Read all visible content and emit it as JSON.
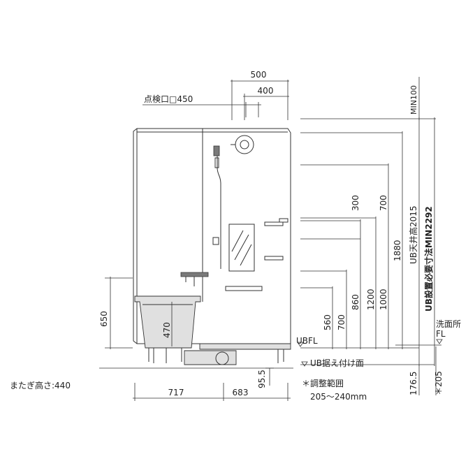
{
  "top_dims": {
    "width_500": "500",
    "width_400": "400",
    "inspection_hole": "点検口□450"
  },
  "heights": {
    "h_300": "300",
    "h_700_upper": "700",
    "h_560": "560",
    "h_700": "700",
    "h_860": "860",
    "h_1200": "1200",
    "h_1000": "1000",
    "h_1880": "1880",
    "ub_ceiling": "UB天井高2015",
    "ub_install_min": "UB設置必要寸法MIN2292",
    "min100": "MIN100"
  },
  "left_dims": {
    "h_650": "650",
    "h_470": "470",
    "straddle_height": "またぎ高さ:440"
  },
  "levels": {
    "ubfl": "UBFL",
    "ub_install_surface": "UB据え付け面",
    "washroom_fl_1": "洗面所",
    "washroom_fl_2": "FL"
  },
  "bottom_dims": {
    "w_717": "717",
    "w_683": "683",
    "h_95_5": "95.5",
    "h_176_5": "176.5",
    "h_205": "＊205",
    "adjust_1": "＊調整範囲",
    "adjust_2": "205～240mm"
  }
}
